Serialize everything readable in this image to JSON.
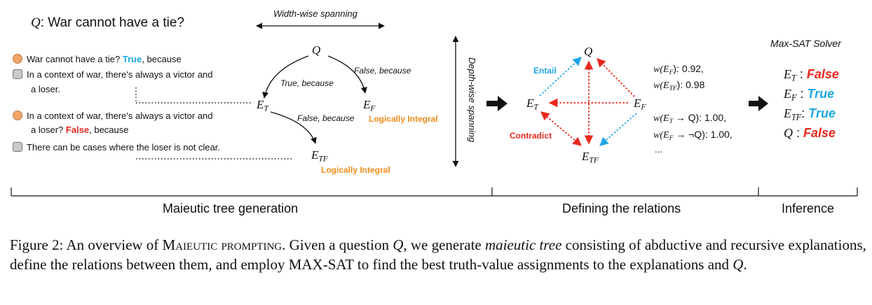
{
  "question": {
    "var": "Q",
    "text": ": War cannot have a tie?"
  },
  "width_spanning": "Width-wise spanning",
  "depth_spanning": "Depth-wise spanning",
  "dialog": {
    "l1_text": "War cannot have a tie?",
    "l1_label": "True",
    "l1_tail": ", because",
    "l2a": "In a context of war, there's always a victor and",
    "l2b": "a loser.",
    "l3a": "In a context of war, there's always a victor and",
    "l3b_text": "a loser?",
    "l3b_label": "False",
    "l3b_tail": ", because",
    "l4": "There can be cases where the loser is not clear."
  },
  "tree": {
    "q": "Q",
    "et_main": "E",
    "et_sub": "T",
    "ef_main": "E",
    "ef_sub": "F",
    "etf_main": "E",
    "etf_sub": "TF",
    "true_because": "True, because",
    "false_because": "False, because",
    "false_because2": "False, because",
    "logically_integral_1": "Logically Integral",
    "logically_integral_2": "Logically Integral"
  },
  "relations": {
    "q": "Q",
    "et_main": "E",
    "et_sub": "T",
    "ef_main": "E",
    "ef_sub": "F",
    "etf_main": "E",
    "etf_sub": "TF",
    "entail": "Entail",
    "contradict": "Contradict",
    "w1_pre": "w(E",
    "w1_sub": "F",
    "w1_post": "): 0.92,",
    "w2_pre": "w(E",
    "w2_sub": "TF",
    "w2_post": "): 0.98",
    "w3_pre": "w(E",
    "w3_sub": "T",
    "w3_post": " → Q): 1.00,",
    "w4_pre": "w(E",
    "w4_sub": "F",
    "w4_post": " → ¬Q): 1.00,",
    "ellipsis": "..."
  },
  "solver": {
    "title": "Max-SAT Solver",
    "rows": [
      {
        "main": "E",
        "sub": "T",
        "sep": " : ",
        "value": "False"
      },
      {
        "main": "E",
        "sub": "F",
        "sep": " : ",
        "value": "True"
      },
      {
        "main": "E",
        "sub": "TF",
        "sep": ": ",
        "value": "True"
      },
      {
        "main": "Q",
        "sub": "",
        "sep": " : ",
        "value": "False"
      }
    ]
  },
  "sections": {
    "s1": "Maieutic tree generation",
    "s2": "Defining the relations",
    "s3": "Inference"
  },
  "caption": {
    "p1": "Figure 2: An overview of ",
    "sc": "Maieutic prompting",
    "p2": ". Given a question ",
    "q": "Q",
    "p3": ", we generate ",
    "em": "maieutic tree",
    "p4": " consisting of abductive and recursive explanations, define the relations between them, and employ MAX-SAT to find the best truth-value assignments to the explanations and ",
    "q2": "Q",
    "p5": "."
  },
  "colors": {
    "entail": "#1ea7e4",
    "contradict": "#e8281e",
    "integral": "#f08c1a"
  }
}
